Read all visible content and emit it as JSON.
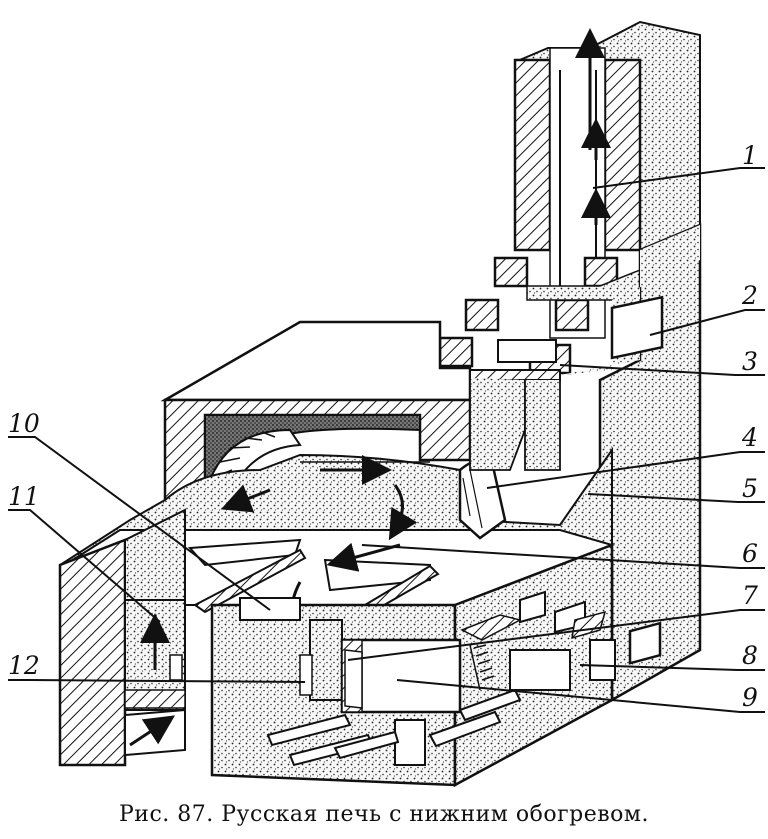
{
  "caption": "Рис. 87. Русская печь с нижним обогревом.",
  "labels": [
    {
      "id": "1",
      "text": "1"
    },
    {
      "id": "2",
      "text": "2"
    },
    {
      "id": "3",
      "text": "3"
    },
    {
      "id": "4",
      "text": "4"
    },
    {
      "id": "5",
      "text": "5"
    },
    {
      "id": "6",
      "text": "6"
    },
    {
      "id": "7",
      "text": "7"
    },
    {
      "id": "8",
      "text": "8"
    },
    {
      "id": "9",
      "text": "9"
    },
    {
      "id": "10",
      "text": "10"
    },
    {
      "id": "11",
      "text": "11"
    },
    {
      "id": "12",
      "text": "12"
    }
  ],
  "colors": {
    "ink": "#111111",
    "paper": "#ffffff"
  }
}
